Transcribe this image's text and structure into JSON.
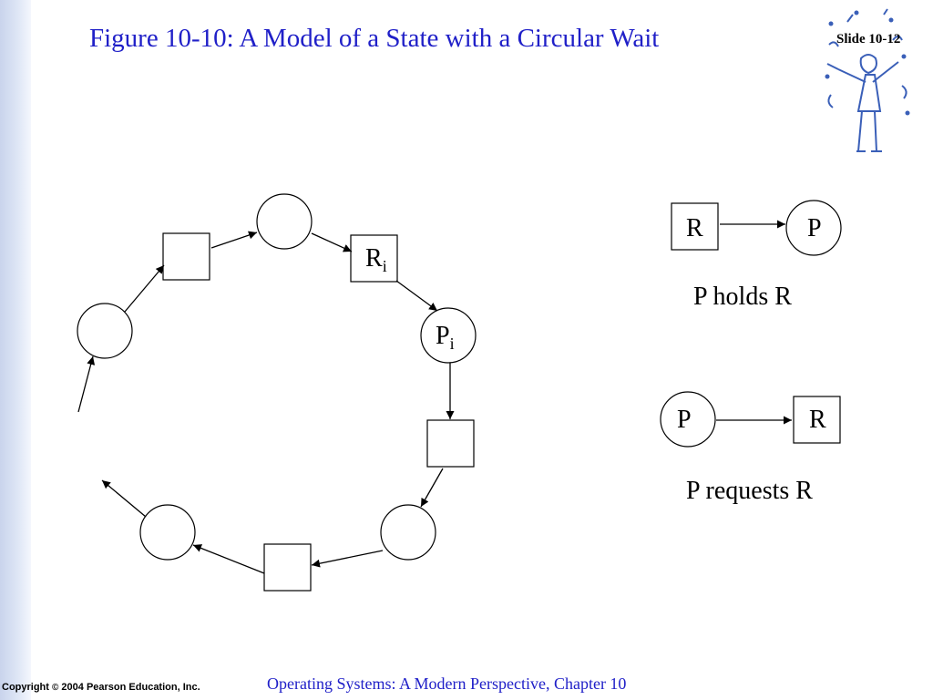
{
  "slide": {
    "title": "Figure 10-10: A Model of a State with a Circular Wait",
    "number": "Slide 10-12"
  },
  "diagram": {
    "ri_base": "R",
    "ri_sub": "i",
    "pi_base": "P",
    "pi_sub": "i",
    "legend_holds": {
      "resource": "R",
      "process": "P",
      "caption": "P holds R"
    },
    "legend_requests": {
      "process": "P",
      "resource": "R",
      "caption": "P requests R"
    }
  },
  "footer": {
    "copyright_prefix": "Copyright ",
    "copyright_symbol": "©",
    "copyright_rest": " 2004 Pearson Education, Inc.",
    "book": "Operating Systems: A Modern Perspective, Chapter 10"
  },
  "colors": {
    "title": "#2020c8",
    "band": "#c9d4ec"
  }
}
